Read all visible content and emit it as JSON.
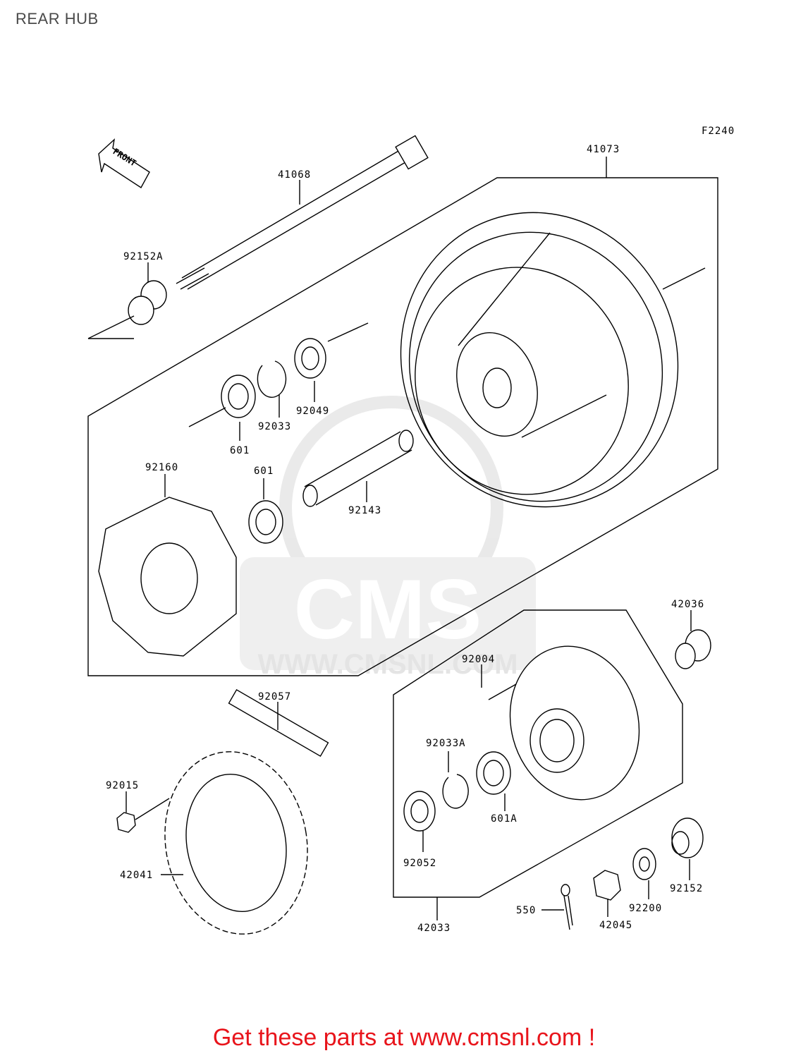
{
  "page": {
    "title": "REAR HUB",
    "figure_code": "F2240",
    "front_label": "FRONT",
    "footer": "Get these parts at www.cmsnl.com !",
    "watermark_text": "CMS",
    "watermark_url": "WWW.CMSNL.COM"
  },
  "parts": {
    "axle": "41068",
    "collar_left": "92152A",
    "wheel": "41073",
    "bearing_left": "601",
    "circlip": "92033",
    "oil_seal": "92049",
    "damper": "92160",
    "bearing_right": "601",
    "spacer_tube": "92143",
    "collar_right_top": "42036",
    "stud": "92004",
    "chain": "92057",
    "circlip_a": "92033A",
    "bearing_a": "601A",
    "nut": "92015",
    "sprocket": "42041",
    "seal_a": "92052",
    "coupling": "42033",
    "cotter_pin": "550",
    "axle_nut": "42045",
    "washer": "92200",
    "collar_right": "92152"
  },
  "colors": {
    "title": "#4a4a4a",
    "footer": "#e8141b",
    "watermark": "#d8d8d8"
  }
}
